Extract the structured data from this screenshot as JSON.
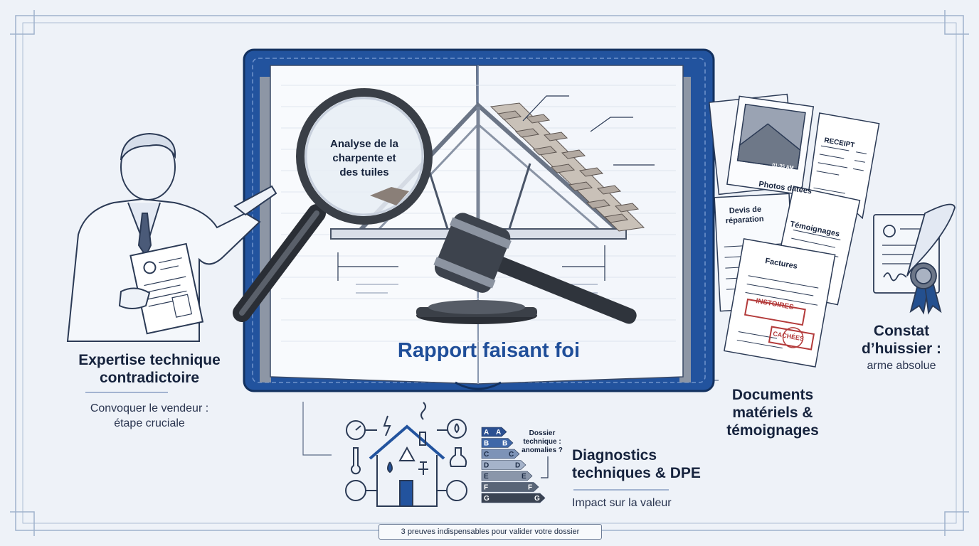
{
  "center": {
    "title": "Rapport faisant foi",
    "magnifier_label": [
      "Analyse de la",
      "charpente et",
      "des tuiles"
    ]
  },
  "left": {
    "title": [
      "Expertise technique",
      "contradictoire"
    ],
    "subtitle": [
      "Convoquer le vendeur :",
      "étape cruciale"
    ]
  },
  "bottom": {
    "title": [
      "Diagnostics",
      "techniques & DPE"
    ],
    "subtitle": "Impact sur la valeur",
    "dpe_classes": [
      {
        "letter": "A",
        "color": "#2a4f91"
      },
      {
        "letter": "B",
        "color": "#3f67a8"
      },
      {
        "letter": "C",
        "color": "#7d93b7"
      },
      {
        "letter": "D",
        "color": "#a5b3ca"
      },
      {
        "letter": "E",
        "color": "#8a96aa"
      },
      {
        "letter": "F",
        "color": "#596577"
      },
      {
        "letter": "G",
        "color": "#3a4352"
      }
    ],
    "dpe_note": [
      "Dossier",
      "technique :",
      "anomalies ?"
    ]
  },
  "right": {
    "title": [
      "Documents",
      "matériels &",
      "témoignages"
    ],
    "doc_labels": {
      "photos": "Photos datées",
      "photo_time": "01:35 AM",
      "receipt": "RECEIPT",
      "devis": [
        "Devis de",
        "réparation"
      ],
      "temoignages": "Témoignages",
      "factures": "Factures",
      "stamp1": "INSTOIRES",
      "stamp2": "CACHÉES"
    }
  },
  "far_right": {
    "title": [
      "Constat",
      "d’huissier :"
    ],
    "subtitle": "arme absolue"
  },
  "footer": "3 preuves indispensables pour valider votre dossier",
  "colors": {
    "navy": "#1f4e99",
    "line": "#2b3a55",
    "accent": "#c0392b",
    "bg": "#eef2f8"
  }
}
